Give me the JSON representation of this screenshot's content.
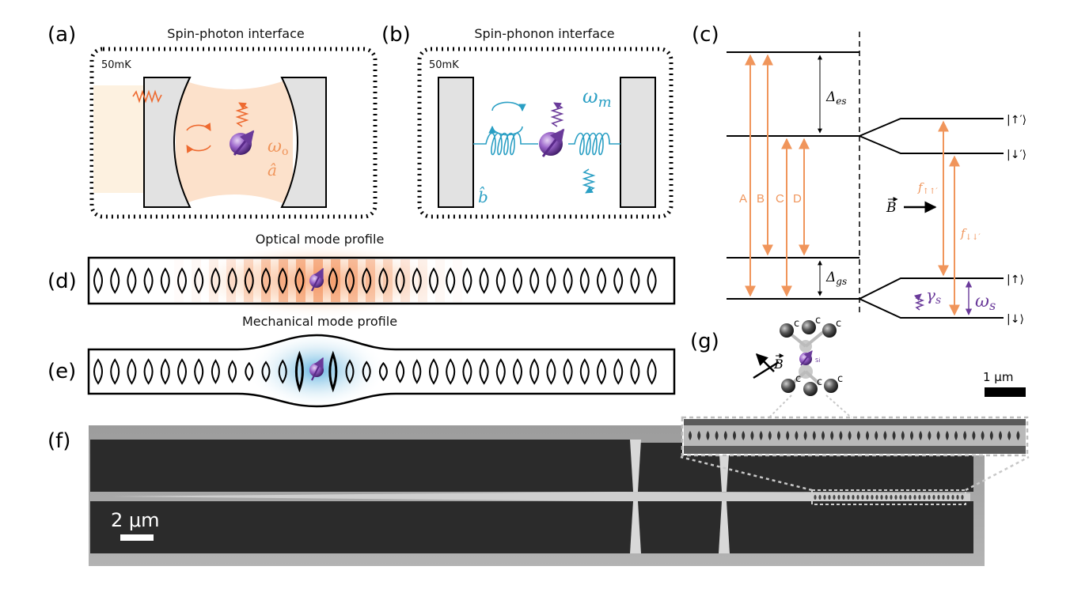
{
  "panels": {
    "a": {
      "label": "(a)",
      "title": "Spin-photon interface",
      "temp": "50mK",
      "omega": "ω",
      "omega_sub": "o",
      "op": "â"
    },
    "b": {
      "label": "(b)",
      "title": "Spin-phonon interface",
      "temp": "50mK",
      "omega": "ω",
      "omega_sub": "m",
      "op": "b̂"
    },
    "c": {
      "label": "(c)",
      "delta_es": "Δ",
      "delta_es_sub": "es",
      "delta_gs": "Δ",
      "delta_gs_sub": "gs",
      "transitions": [
        "A",
        "B",
        "C",
        "D"
      ],
      "field": "B",
      "f_up": "f",
      "f_up_sub": "↑↑′",
      "f_down": "f",
      "f_down_sub": "↓↓′",
      "gamma": "γ",
      "gamma_sub": "s",
      "omega": "ω",
      "omega_sub": "s",
      "states": [
        "|↑′⟩",
        "|↓′⟩",
        "|↑⟩",
        "|↓⟩"
      ]
    },
    "d": {
      "label": "(d)",
      "title": "Optical mode profile"
    },
    "e": {
      "label": "(e)",
      "title": "Mechanical mode profile"
    },
    "f": {
      "label": "(f)",
      "scale": "2 μm"
    },
    "g": {
      "label": "(g)",
      "field": "B",
      "scale": "1 μm",
      "atom_c": "c",
      "atom_si": "Si"
    }
  },
  "colors": {
    "orange": "#f0955b",
    "orange_glow": "#fbcfae",
    "cyan": "#2a9fc4",
    "purple": "#6a3a9a",
    "mirror": "#e2e2e2"
  }
}
